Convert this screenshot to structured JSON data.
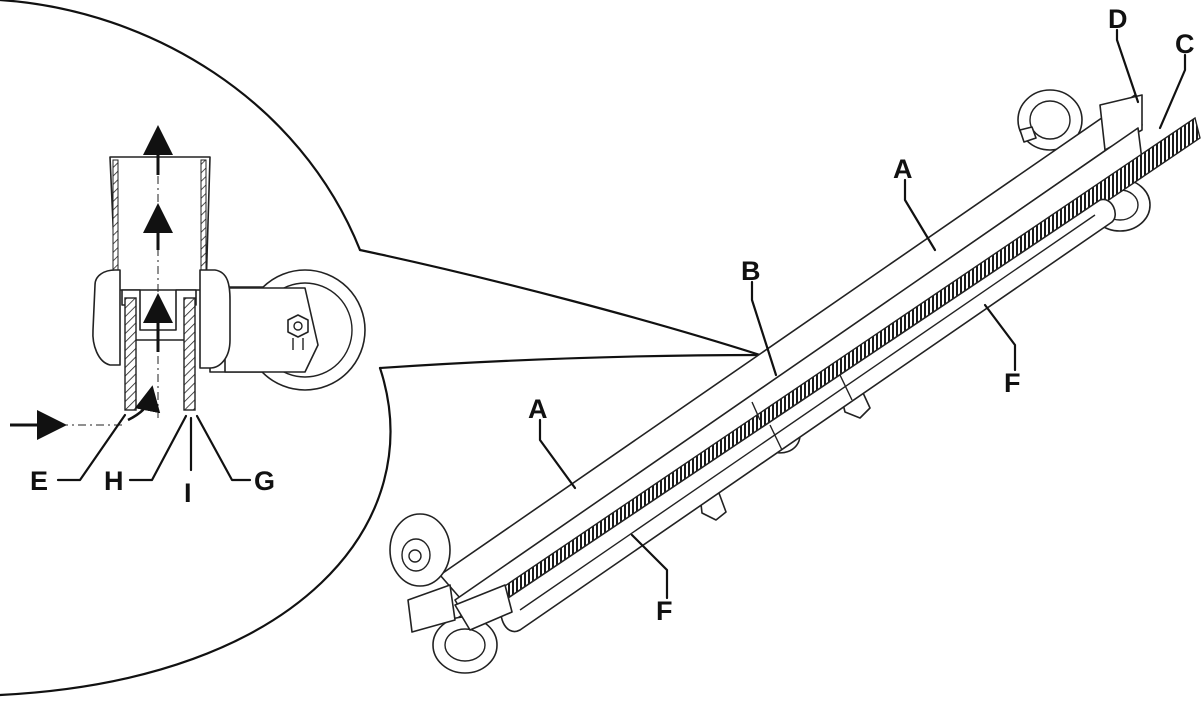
{
  "labels": {
    "A_upper": "A",
    "A_lower": "A",
    "B": "B",
    "C": "C",
    "D": "D",
    "E": "E",
    "F_right": "F",
    "F_lower": "F",
    "G": "G",
    "H": "H",
    "I": "I"
  }
}
